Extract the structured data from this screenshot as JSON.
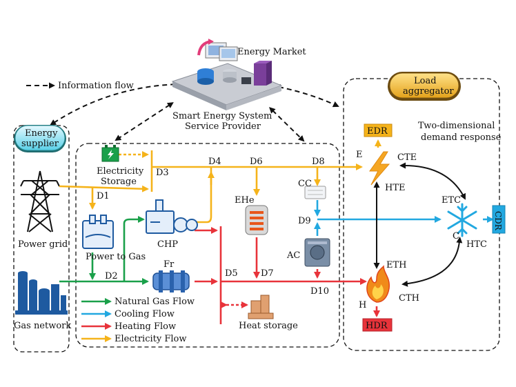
{
  "labels": {
    "energy_market": "Energy Market",
    "information_flow": "Information flow",
    "service_provider_1": "Smart Energy System",
    "service_provider_2": "Service Provider",
    "load_aggregator_1": "Load",
    "load_aggregator_2": "aggregator",
    "energy_supplier_1": "Energy",
    "energy_supplier_2": "supplier",
    "two_dim_1": "Two-dimensional",
    "two_dim_2": "demand response",
    "power_grid": "Power grid",
    "gas_network": "Gas network",
    "electricity_storage_1": "Electricity",
    "electricity_storage_2": "Storage",
    "power_to_gas": "Power to Gas",
    "chp": "CHP",
    "fr": "Fr",
    "ehe": "EHe",
    "heat_storage": "Heat storage",
    "cc": "CC",
    "ac": "AC",
    "edr": "EDR",
    "hdr": "HDR",
    "cdr": "CDR",
    "e_node": "E",
    "h_node": "H",
    "c_node": "C",
    "cte": "CTE",
    "hte": "HTE",
    "etc": "ETC",
    "htc": "HTC",
    "eth": "ETH",
    "cth": "CTH",
    "d1": "D1",
    "d2": "D2",
    "d3": "D3",
    "d4": "D4",
    "d5": "D5",
    "d6": "D6",
    "d7": "D7",
    "d8": "D8",
    "d9": "D9",
    "d10": "D10"
  },
  "legend": [
    {
      "label": "Natural Gas Flow",
      "color": "#1aa04a"
    },
    {
      "label": "Cooling Flow",
      "color": "#22a8e0"
    },
    {
      "label": "Heating Flow",
      "color": "#e8333a"
    },
    {
      "label": "Electricity Flow",
      "color": "#f5b31a"
    }
  ],
  "colors": {
    "gas": "#1aa04a",
    "cooling": "#22a8e0",
    "heating": "#e8333a",
    "electricity": "#f5b31a"
  }
}
